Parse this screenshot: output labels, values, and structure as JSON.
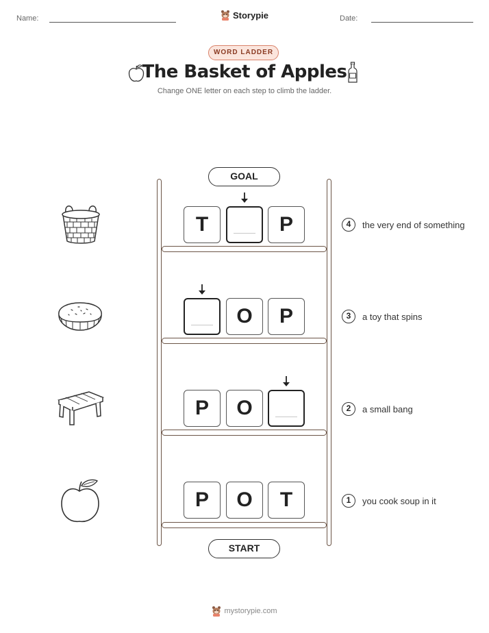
{
  "header": {
    "name_label": "Name:",
    "date_label": "Date:",
    "brand": "Storypie"
  },
  "worksheet": {
    "category": "WORD LADDER",
    "title": "The Basket of Apples",
    "instructions": "Change ONE letter on each step to climb the ladder."
  },
  "ladder": {
    "goal_label": "GOAL",
    "start_label": "START",
    "steps": [
      {
        "number": "4",
        "letters": [
          "T",
          "",
          "P"
        ],
        "clue": "the very end of something",
        "picture": "basket-icon"
      },
      {
        "number": "3",
        "letters": [
          "",
          "O",
          "P"
        ],
        "clue": "a toy that spins",
        "picture": "pie-icon"
      },
      {
        "number": "2",
        "letters": [
          "P",
          "O",
          ""
        ],
        "clue": "a small bang",
        "picture": "stool-icon"
      },
      {
        "number": "1",
        "letters": [
          "P",
          "O",
          "T"
        ],
        "clue": "you cook soup in it",
        "picture": "apple-icon"
      }
    ]
  },
  "footer": {
    "site": "mystorypie.com"
  },
  "colors": {
    "ladder_wood": "#6b5446",
    "pill_border": "#d9826a",
    "pill_fill": "#fbe5dd",
    "pill_text": "#8a3a22"
  }
}
